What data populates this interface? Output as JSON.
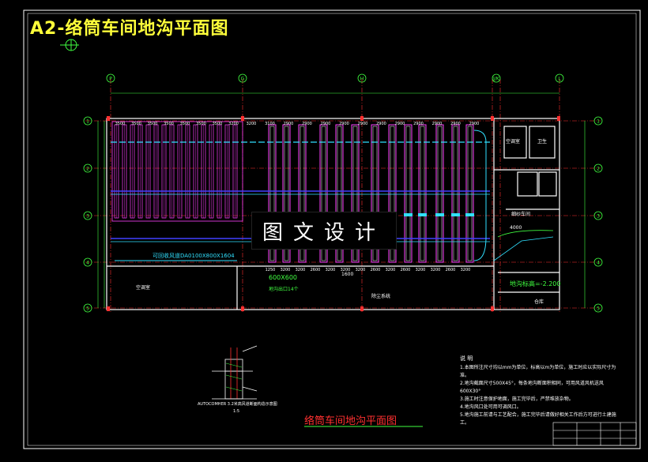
{
  "drawing": {
    "title": "A2-络筒车间地沟平面图",
    "watermark": "图文设计",
    "caption": "络筒车间地沟平面图",
    "axes_top": [
      "P",
      "G",
      "H",
      "J/K",
      "L"
    ],
    "axes_left": [
      "1",
      "2",
      "3",
      "4",
      "5"
    ],
    "dims_top_left": [
      "3500",
      "3500",
      "3500",
      "3500",
      "3500",
      "3500",
      "3500",
      "3200"
    ],
    "dims_top_right": [
      "3200",
      "3100",
      "2900",
      "2900",
      "2900",
      "2900",
      "2900",
      "2900",
      "2900",
      "2900",
      "2900",
      "2900",
      "2900"
    ],
    "dims_bottom": [
      "1250",
      "3200",
      "3200",
      "2600",
      "3200",
      "3200",
      "3200",
      "2600",
      "3200",
      "2600",
      "3200",
      "3200",
      "2600",
      "3200"
    ],
    "rooms": {
      "room_a": "空调室",
      "room_b": "卫生",
      "room_c": "空调室",
      "room_d": "细纱车间",
      "room_e": "除尘系统",
      "room_f": "仓库"
    },
    "duct_label": "可回收风道DA0100X800X1604",
    "duct_size": "600X600",
    "duct_note": "地沟出口14个",
    "elevation": "地沟标高=-2.200",
    "dim_4000": "4000",
    "dim_1600": "1600",
    "detail_label": "AUTOCOMHER  3.2米高风道断面构造示意图",
    "detail_scale": "1:5",
    "notes_title": "说 明",
    "notes": [
      "1.本图所注尺寸均以mm为单位，标高以m为单位，施工时应以实际尺寸为准。",
      "2.地沟截面尺寸500X45°，每条地沟断面积相同，可用风道风机送风",
      "600X30°",
      "3.施工时注意保护地面，施工完毕后，严禁堆放杂物。",
      "4.地沟风口处可用可调风口。",
      "5.地沟施工前请与工艺配合，施工完毕后请做好相关工作后方可进行土建施工。"
    ]
  },
  "colors": {
    "frame": "#ffffff",
    "title": "#ffff3a",
    "wall": "#ffffff",
    "magenta": "#ff40ff",
    "cyan": "#30e0ff",
    "green": "#40ff40",
    "red": "#ff3030",
    "blue": "#4040ff",
    "yellow": "#ffff3a"
  }
}
